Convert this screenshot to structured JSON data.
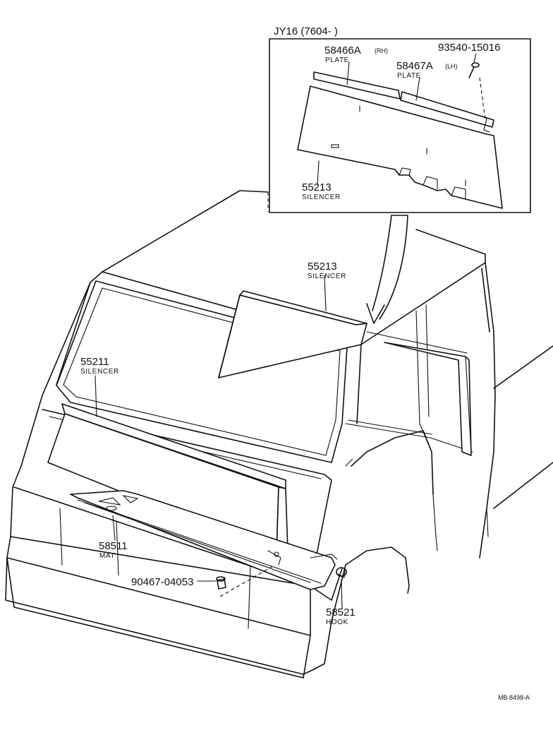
{
  "inset": {
    "header": "JY16 (7604-        )",
    "parts": [
      {
        "number": "58466A",
        "qualifier": "(RH)",
        "name": "PLATE"
      },
      {
        "number": "58467A",
        "qualifier": "(LH)",
        "name": "PLATE"
      },
      {
        "number": "93540-15016",
        "qualifier": "",
        "name": ""
      },
      {
        "number": "55213",
        "qualifier": "",
        "name": "SILENCER"
      }
    ]
  },
  "main": {
    "parts": [
      {
        "number": "55213",
        "name": "SILENCER"
      },
      {
        "number": "55211",
        "name": "SILENCER"
      },
      {
        "number": "58511",
        "name": "MAT"
      },
      {
        "number": "90467-04053",
        "name": ""
      },
      {
        "number": "58521",
        "name": "HOOK"
      }
    ]
  },
  "footer": {
    "code": "MB 8498-A"
  }
}
